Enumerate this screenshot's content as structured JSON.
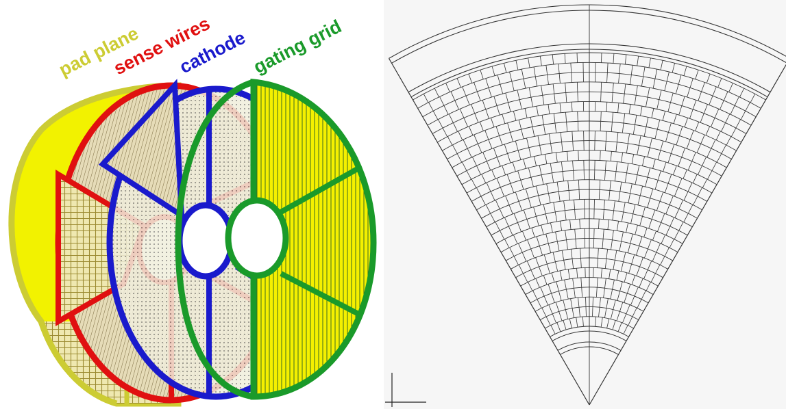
{
  "labels": {
    "pad_plane": "pad plane",
    "sense_wires": "sense wires",
    "cathode": "cathode",
    "gating_grid": "gating grid"
  },
  "colors": {
    "pad_plane": "#cccc33",
    "pad_fill": "#f2f200",
    "sense_wires": "#e01010",
    "cathode": "#1a1acc",
    "gating_grid": "#1a9a2a",
    "pad_lines": "#8a7a20",
    "sector_lines": "#333333"
  },
  "sector": {
    "pad_rows": 28,
    "pad_columns_inner": 14,
    "pad_columns_outer": 30
  }
}
